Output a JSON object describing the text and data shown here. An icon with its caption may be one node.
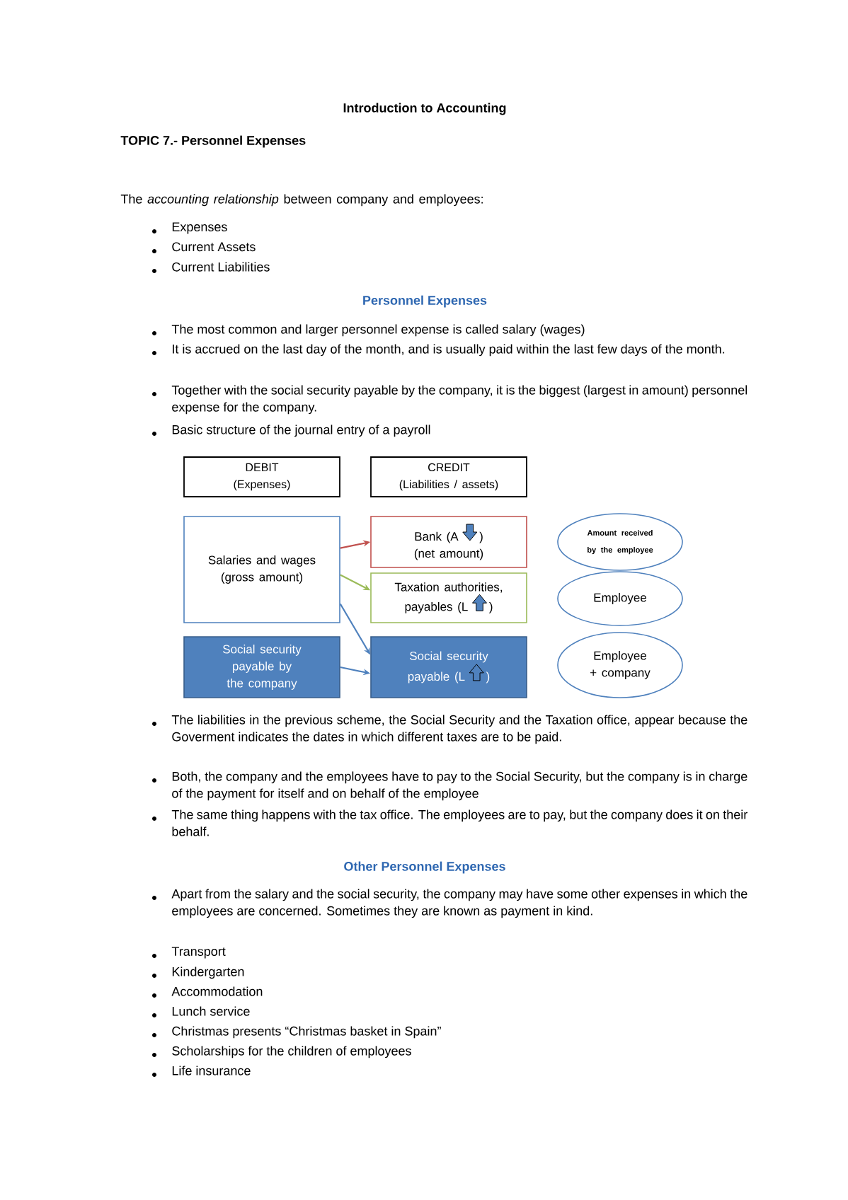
{
  "diagram": {
    "title": "Introduction to Accounting",
    "nodes": [
      {
        "text": [
          "DEBIT",
          "(Expenses)"
        ]
      },
      {
        "text": [
          "CREDIT",
          "(Liabilities / assets)"
        ]
      },
      {
        "text": [
          "Salaries and wages",
          "(gross amount)"
        ]
      },
      {
        "text": [
          "Bank (A",
          ")",
          "(net amount)"
        ]
      },
      {
        "text": [
          "Taxation authorities, payables (L",
          ")"
        ]
      },
      {
        "text": [
          "Social security payable by the company"
        ]
      },
      {
        "text": [
          "Social security payable (L",
          ")"
        ]
      },
      {
        "text": [
          "Amount received by the employee"
        ]
      },
      {
        "text": [
          "Employee"
        ]
      },
      {
        "text": [
          "Employee + company"
        ]
      }
    ],
    "edges": [
      {
        "from": 2,
        "to": 3,
        "arrow": "to",
        "color": "#c0504d"
      },
      {
        "from": 2,
        "to": 4,
        "arrow": "to",
        "color": "#9bbb59"
      },
      {
        "from": 2,
        "to": 6,
        "arrow": "to"
      },
      {
        "from": 5,
        "to": 6,
        "arrow": "to"
      }
    ],
    "labels": [
      "TOPIC 7.- Personnel Expenses",
      "The *accounting relationship* between company and employees:",
      "Expenses",
      "Current Assets",
      "Current Liabilities",
      "Personnel Expenses",
      "The most common and larger personnel expense is called salary (wages)",
      "It is accrued on the last day of the month, and is usually paid within the last few days of the month.",
      "Together with the social security payable by the company, it is the biggest (largest in amount) personnel expense for the company.",
      "Basic structure of the journal entry of a payroll",
      "The liabilities in the previous scheme, the Social Security and the Taxation office, appear because the Goverment indicates the dates in which different taxes are to be paid.",
      "Both, the company and the employees have to pay to the Social Security, but the company is in charge of the payment for itself and on behalf of the employee",
      "The same thing happens with the tax office. The employees are to pay, but the company does it on their behalf.",
      "Other Personnel Expenses",
      "Apart from the salary and the social security, the company may have some other expenses in which the employees are concerned. Sometimes they are known as payment in kind.",
      "Transport",
      "Kindergarten",
      "Accommodation",
      "Lunch service",
      "Christmas presents “Christmas basket in Spain”",
      "Scholarships for the children of employees",
      "Life insurance"
    ]
  }
}
